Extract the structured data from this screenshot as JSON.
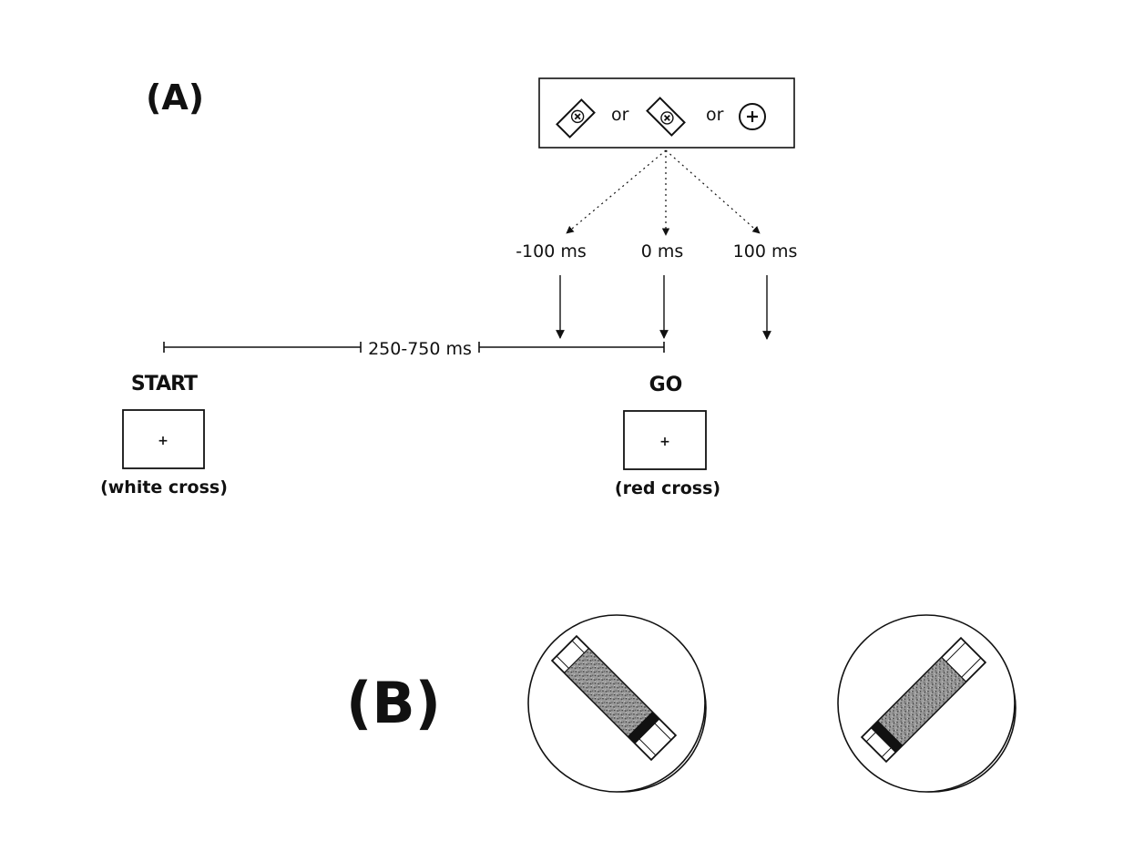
{
  "panel_a": {
    "label": "(A)",
    "stimulus_box": {
      "or_1": "or",
      "or_2": "or"
    },
    "time_offsets": [
      "-100 ms",
      "0 ms",
      "100 ms"
    ],
    "timeline": {
      "interval_label": "250-750 ms"
    },
    "start": {
      "title": "START",
      "caption": "(white cross)",
      "cross": "+"
    },
    "go": {
      "title": "GO",
      "caption": "(red cross)",
      "cross": "+"
    }
  },
  "panel_b": {
    "label": "(B)"
  }
}
